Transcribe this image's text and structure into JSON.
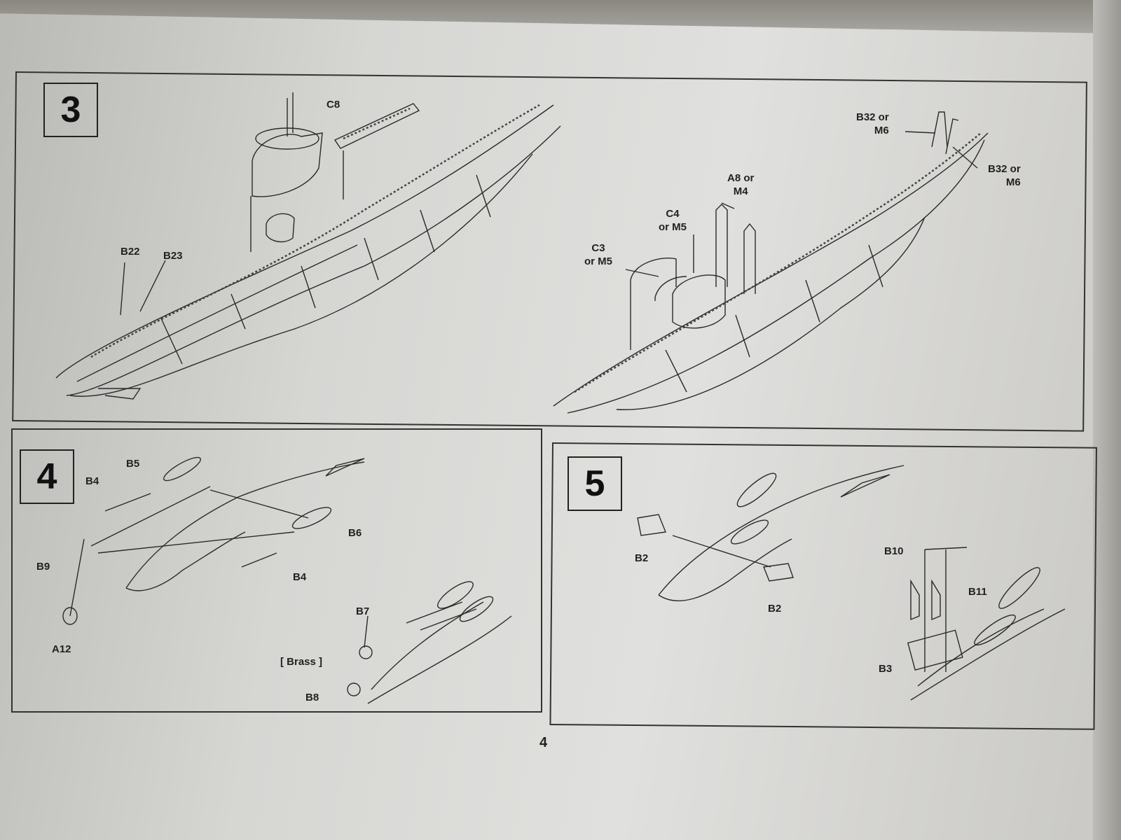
{
  "page": {
    "number": "4"
  },
  "steps": [
    {
      "number": "3",
      "labels": [
        "C8",
        "B22",
        "B23",
        "B32 or\nM6",
        "B32 or\nM6",
        "A8 or\nM4",
        "C4\nor M5",
        "C3\nor M5"
      ]
    },
    {
      "number": "4",
      "labels": [
        "B5",
        "B4",
        "B6",
        "B9",
        "B4",
        "A12",
        "B7",
        "[ Brass ]",
        "B8"
      ]
    },
    {
      "number": "5",
      "labels": [
        "B2",
        "B2",
        "B10",
        "B11",
        "B3"
      ]
    }
  ]
}
